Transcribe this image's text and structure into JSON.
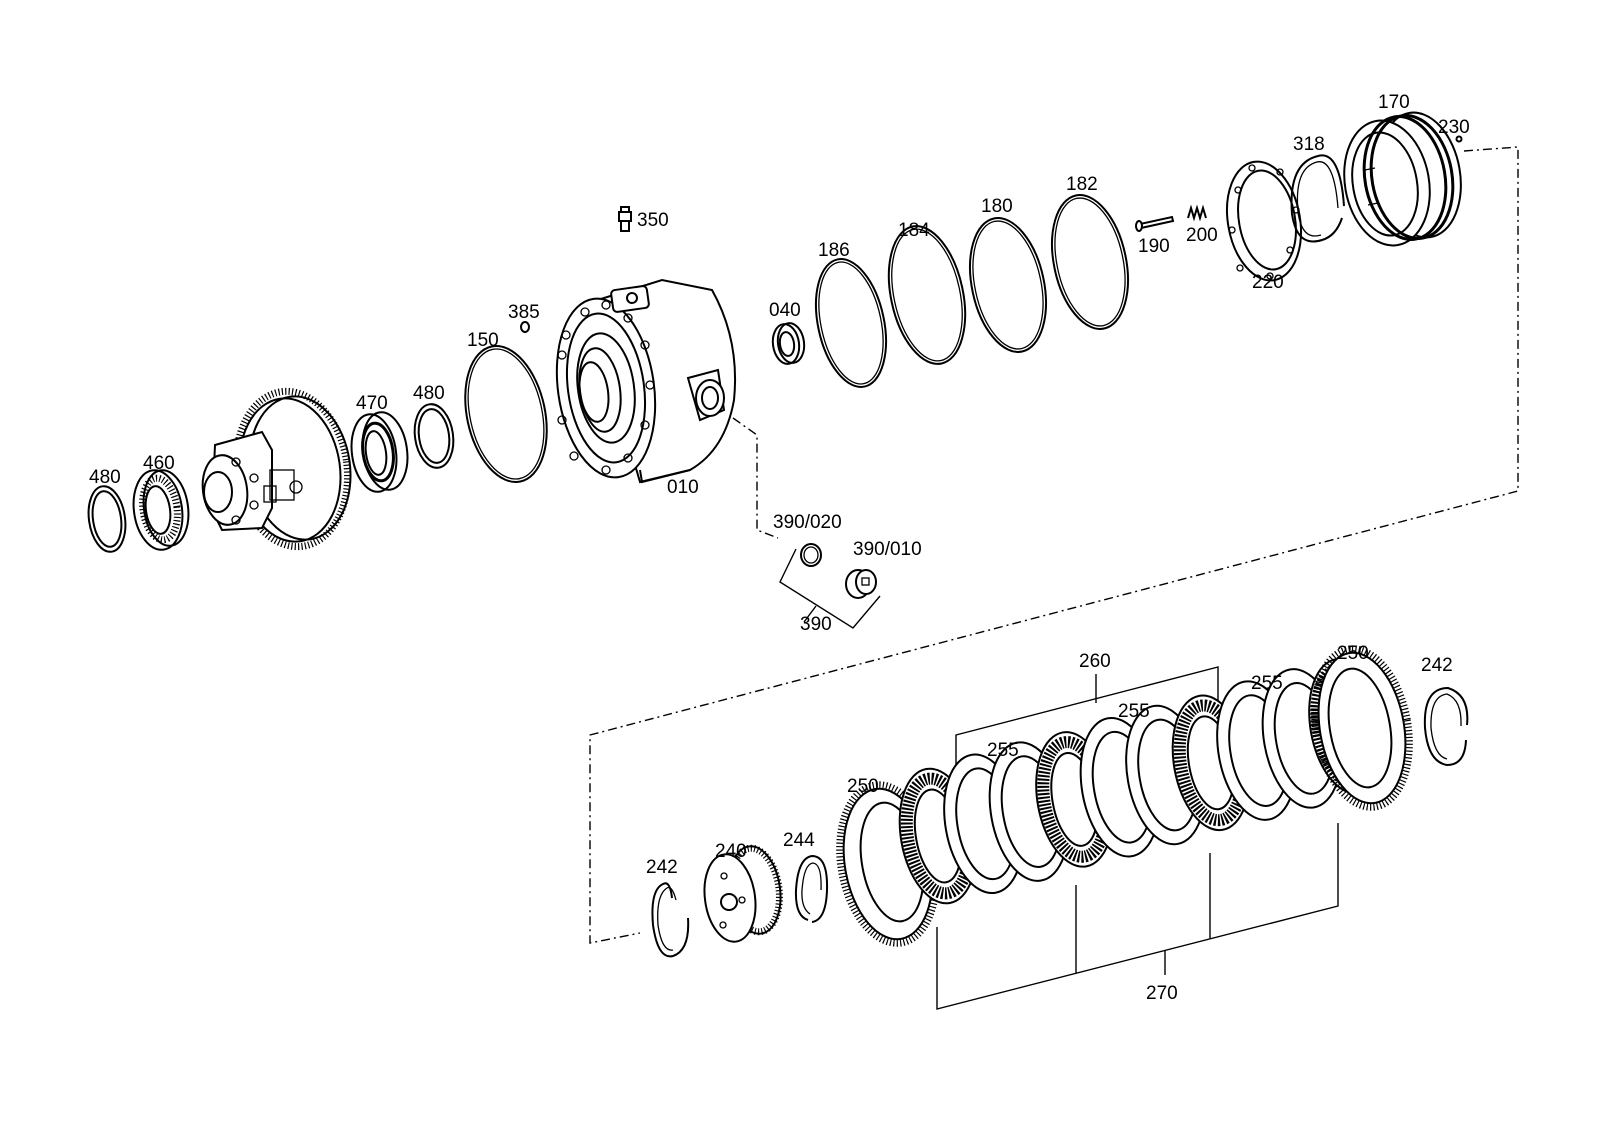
{
  "labels": {
    "p010": "010",
    "p040": "040",
    "p150": "150",
    "p170": "170",
    "p180": "180",
    "p182": "182",
    "p184": "184",
    "p186": "186",
    "p190": "190",
    "p200": "200",
    "p220": "220",
    "p230": "230",
    "p318": "318",
    "p350": "350",
    "p385": "385",
    "p390": "390",
    "p390_010": "390/010",
    "p390_020": "390/020",
    "p460": "460",
    "p470": "470",
    "p480_left": "480",
    "p480_mid": "480",
    "p240": "240",
    "p242_left": "242",
    "p242_right": "242",
    "p244": "244",
    "p250_left": "250",
    "p250_right": "250",
    "p255_a": "255",
    "p255_b": "255",
    "p255_c": "255",
    "p260": "260",
    "p270": "270"
  },
  "colors": {
    "line": "#000000",
    "background": "#ffffff"
  }
}
